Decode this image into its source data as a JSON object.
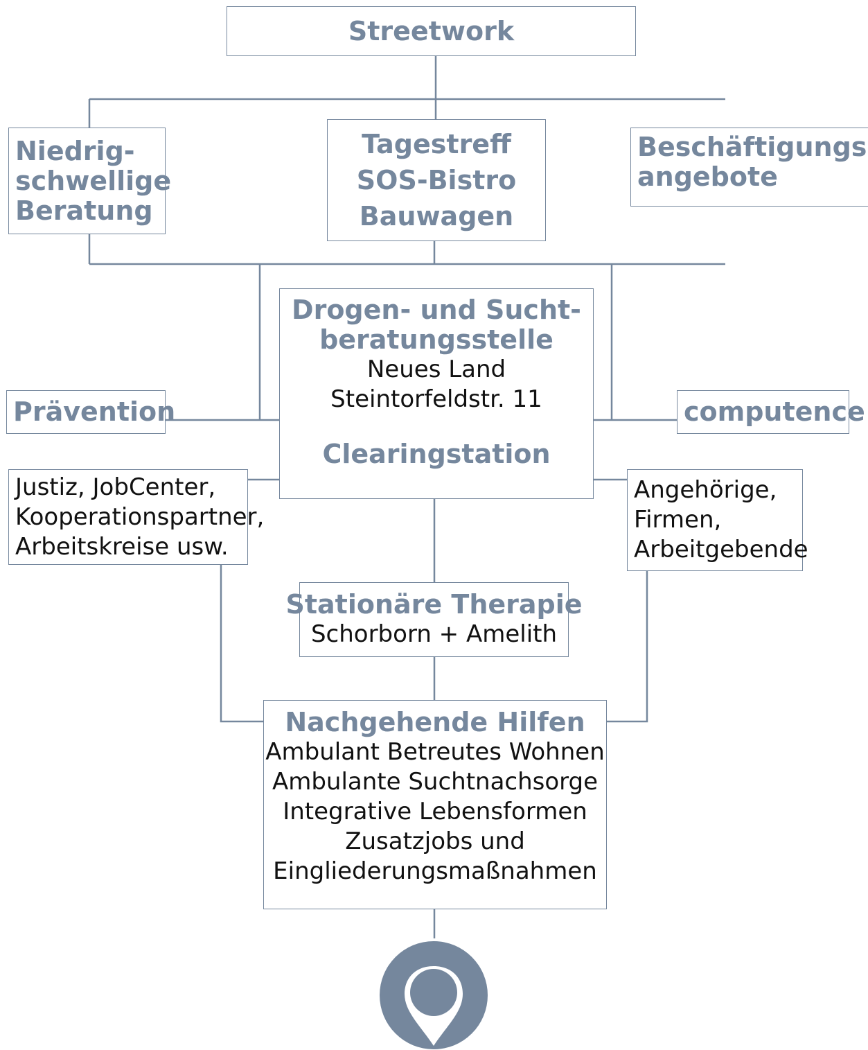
{
  "streetwork": {
    "title": "Streetwork"
  },
  "niedrig": {
    "title_lines": [
      "Niedrig-",
      "schwellige",
      "Beratung"
    ]
  },
  "tagestreff": {
    "title_lines": [
      "Tagestreff",
      "SOS-Bistro",
      "Bauwagen"
    ]
  },
  "beschaeftigung": {
    "title_lines": [
      "Beschäftigungs-",
      "angebote"
    ]
  },
  "beratungsstelle": {
    "title_lines": [
      "Drogen- und Sucht-",
      "beratungsstelle"
    ],
    "body_lines": [
      "Neues Land",
      "Steintorfeldstr. 11"
    ]
  },
  "praevention": {
    "title": "Prävention"
  },
  "computence": {
    "title": "computence"
  },
  "clearingstation": {
    "title": "Clearingstation"
  },
  "justiz": {
    "body_lines": [
      "Justiz, JobCenter,",
      "Kooperationspartner,",
      "Arbeitskreise usw."
    ]
  },
  "angehoerige": {
    "body_lines": [
      "Angehörige,",
      "Firmen,",
      "Arbeitgebende"
    ]
  },
  "therapie": {
    "title": "Stationäre Therapie",
    "body_lines": [
      "Schorborn + Amelith"
    ]
  },
  "nachgehende": {
    "title": "Nachgehende Hilfen",
    "body_lines": [
      "Ambulant Betreutes Wohnen",
      "Ambulante Suchtnachsorge",
      "Integrative Lebensformen",
      "Zusatzjobs und",
      "Eingliederungsmaßnahmen"
    ]
  },
  "colors": {
    "accent": "#75879d",
    "text": "#111111",
    "background": "#ffffff"
  },
  "icons": {
    "bottom": "location-pin-icon"
  }
}
